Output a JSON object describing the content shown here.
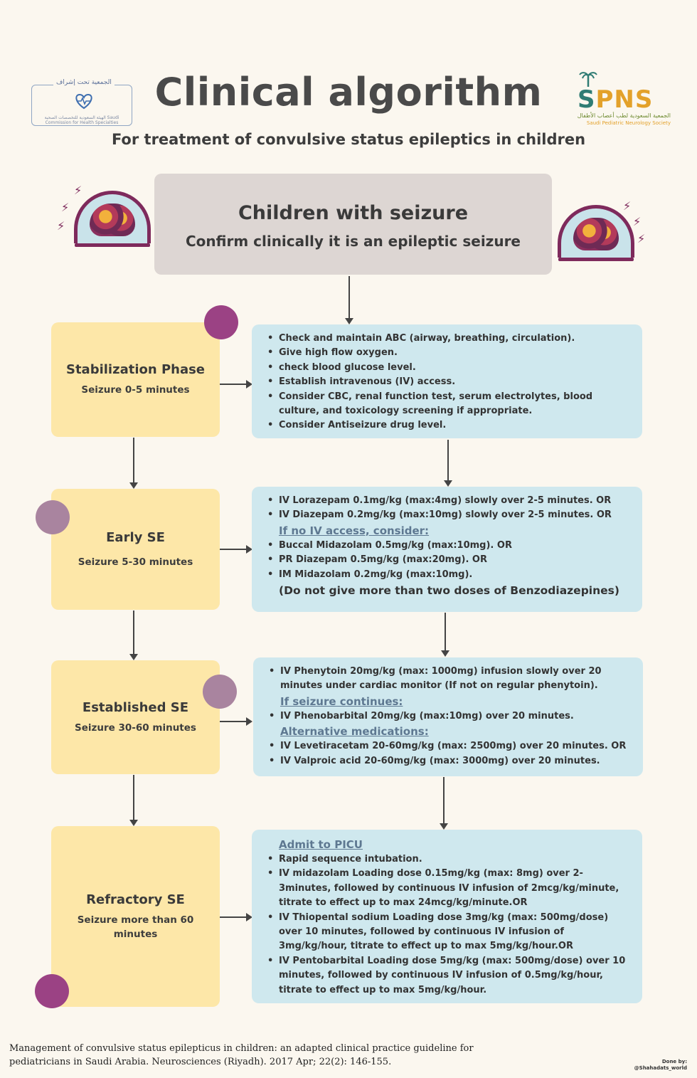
{
  "header": {
    "title": "Clinical algorithm",
    "subtitle": "For treatment of convulsive status epileptics in children",
    "logo_left": {
      "top_text": "الجمعية تحت إشراف",
      "sub_text": "الهيئة السعودية للتخصصات الصحية Saudi Commission for Health Specialties",
      "icon": "heart-pulse-icon"
    },
    "logo_right": {
      "mark_prefix": "S",
      "mark_text": "PNS",
      "arabic_name": "الجمعية السعودية لطب أعصاب الأطفال",
      "english_name": "Saudi Pediatric Neurology Society",
      "icon": "palm-tree-icon"
    }
  },
  "start": {
    "title": "Children with seizure",
    "subtitle": "Confirm clinically it is an epileptic seizure"
  },
  "phases": [
    {
      "name": "Stabilization Phase",
      "time": "Seizure 0-5 minutes",
      "items": [
        "Check and maintain ABC (airway, breathing, circulation).",
        "Give high flow oxygen.",
        "check blood glucose level.",
        "Establish intravenous (IV) access.",
        "Consider CBC, renal function test, serum electrolytes, blood culture, and toxicology screening if appropriate.",
        "Consider Antiseizure drug level."
      ]
    },
    {
      "name": "Early SE",
      "time": "Seizure 5-30 minutes",
      "items_a": [
        "IV Lorazepam 0.1mg/kg (max:4mg) slowly over 2-5 minutes. OR",
        "IV Diazepam  0.2mg/kg (max:10mg) slowly over 2-5 minutes. OR"
      ],
      "heading": "If no IV access, consider:",
      "items_b": [
        "Buccal Midazolam 0.5mg/kg (max:10mg). OR",
        "PR Diazepam 0.5mg/kg (max:20mg). OR",
        "IM Midazolam 0.2mg/kg (max:10mg)."
      ],
      "note": "(Do not give more than two doses of Benzodiazepines)"
    },
    {
      "name": "Established SE",
      "time": "Seizure 30-60 minutes",
      "items_a": [
        "IV Phenytoin 20mg/kg (max: 1000mg) infusion slowly over 20 minutes under cardiac monitor (If not on regular phenytoin)."
      ],
      "heading_1": "If seizure continues:",
      "items_b": [
        "IV Phenobarbital 20mg/kg (max:10mg) over 20 minutes."
      ],
      "heading_2": "Alternative medications:",
      "items_c": [
        "IV Levetiracetam 20-60mg/kg (max: 2500mg) over 20 minutes. OR",
        "IV Valproic acid 20-60mg/kg (max: 3000mg) over 20 minutes."
      ]
    },
    {
      "name": "Refractory SE",
      "time": "Seizure more than  60 minutes",
      "heading": "Admit to PICU",
      "items": [
        "Rapid sequence intubation.",
        "IV midazolam Loading dose 0.15mg/kg (max: 8mg) over 2-3minutes, followed  by continuous IV infusion of 2mcg/kg/minute, titrate to effect up to max 24mcg/kg/minute.OR",
        "IV Thiopental sodium Loading dose 3mg/kg (max: 500mg/dose) over 10 minutes, followed by continuous IV infusion of 3mg/kg/hour, titrate to effect up to max 5mg/kg/hour.OR",
        "IV Pentobarbital Loading dose 5mg/kg (max: 500mg/dose) over 10 minutes, followed by continuous IV infusion of 0.5mg/kg/hour, titrate to effect up to max 5mg/kg/hour."
      ]
    }
  ],
  "footer": {
    "citation": "Management of convulsive status epilepticus in children: an adapted clinical practice guideline for pediatricians in Saudi Arabia. Neurosciences (Riyadh). 2017 Apr; 22(2): 146-155.",
    "credit_label": "Done by:",
    "credit_handle": "@Shahadats_world"
  },
  "colors": {
    "background": "#fbf7ef",
    "phase_box": "#fde7a8",
    "detail_box": "#cfe8ee",
    "start_box": "#ddd6d3",
    "dot_dark": "#9b4284",
    "dot_light": "#a9849f",
    "brain_frame": "#7e2a5c"
  }
}
